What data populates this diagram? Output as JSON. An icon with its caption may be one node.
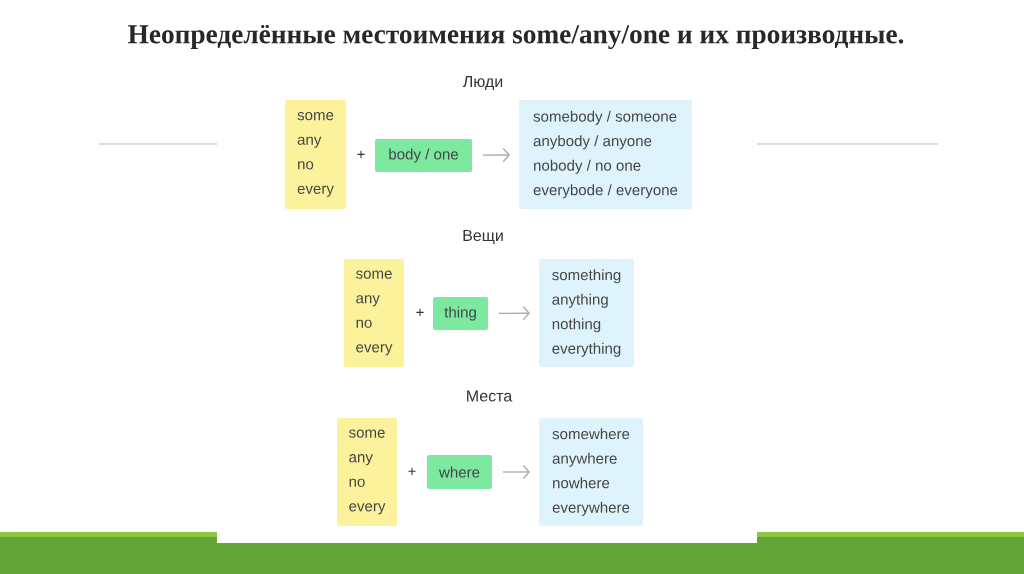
{
  "diagram": {
    "title": "Неопределённые местоимения some/any/one и их производные.",
    "nodes": [
      {
        "text": [
          "some",
          "any",
          "no",
          "every"
        ]
      },
      {
        "text": [
          "body / one"
        ]
      },
      {
        "text": [
          "somebody / someone",
          "anybody / anyone",
          "nobody / no one",
          "everybode / everyone"
        ]
      },
      {
        "text": [
          "some",
          "any",
          "no",
          "every"
        ]
      },
      {
        "text": [
          "thing"
        ]
      },
      {
        "text": [
          "something",
          "anything",
          "nothing",
          "everything"
        ]
      },
      {
        "text": [
          "some",
          "any",
          "no",
          "every"
        ]
      },
      {
        "text": [
          "where"
        ]
      },
      {
        "text": [
          "somewhere",
          "anywhere",
          "nowhere",
          "everywhere"
        ]
      }
    ],
    "edges": [
      {
        "from": 1,
        "to": 2,
        "arrow": "to"
      },
      {
        "from": 4,
        "to": 5,
        "arrow": "to"
      },
      {
        "from": 7,
        "to": 8,
        "arrow": "to"
      }
    ],
    "labels": [
      "Люди",
      "+",
      "Вещи",
      "+",
      "Места",
      "+"
    ]
  }
}
